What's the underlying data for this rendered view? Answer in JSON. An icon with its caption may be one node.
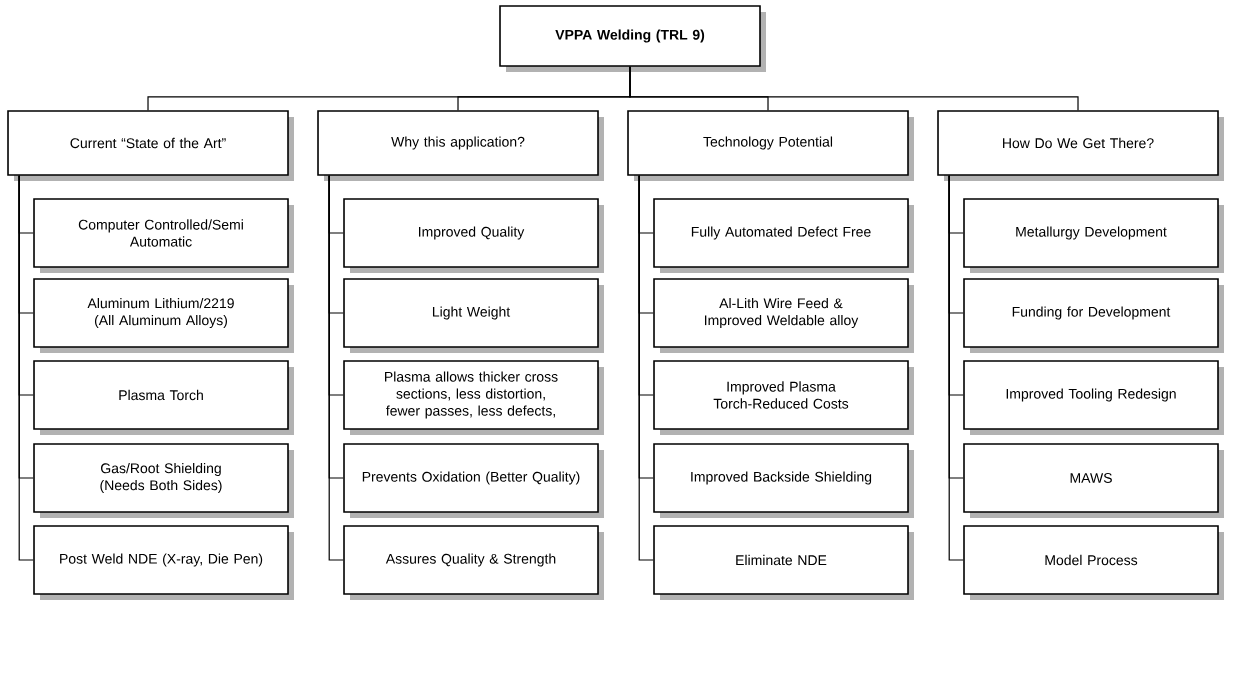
{
  "diagram": {
    "nodes": [
      {
        "text": [
          "VPPA Welding (TRL 9)"
        ]
      },
      {
        "text": [
          "Current “State of the Art”"
        ]
      },
      {
        "text": [
          "Why this application?"
        ]
      },
      {
        "text": [
          "Technology Potential"
        ]
      },
      {
        "text": [
          "How Do We Get There?"
        ]
      },
      {
        "text": [
          "Computer Controlled/Semi Automatic"
        ]
      },
      {
        "text": [
          "Aluminum Lithium/2219 (All Aluminum Alloys)"
        ]
      },
      {
        "text": [
          "Plasma Torch"
        ]
      },
      {
        "text": [
          "Gas/Root Shielding (Needs Both Sides)"
        ]
      },
      {
        "text": [
          "Post Weld NDE (X-ray, Die Pen)"
        ]
      },
      {
        "text": [
          "Improved Quality"
        ]
      },
      {
        "text": [
          "Light Weight"
        ]
      },
      {
        "text": [
          "Plasma allows thicker cross sections, less distortion, fewer passes, less defects,"
        ]
      },
      {
        "text": [
          "Prevents Oxidation (Better Quality)"
        ]
      },
      {
        "text": [
          "Assures Quality & Strength"
        ]
      },
      {
        "text": [
          "Fully Automated Defect Free"
        ]
      },
      {
        "text": [
          "Al-Lith Wire Feed & Improved Weldable alloy"
        ]
      },
      {
        "text": [
          "Improved Plasma Torch-Reduced Costs"
        ]
      },
      {
        "text": [
          "Improved Backside Shielding"
        ]
      },
      {
        "text": [
          "Eliminate NDE"
        ]
      },
      {
        "text": [
          "Metallurgy Development"
        ]
      },
      {
        "text": [
          "Funding for Development"
        ]
      },
      {
        "text": [
          "Improved Tooling Redesign"
        ]
      },
      {
        "text": [
          "MAWS"
        ]
      },
      {
        "text": [
          "Model Process"
        ]
      }
    ],
    "edges": [
      {
        "from": 0,
        "to": 1,
        "arrow": "none"
      },
      {
        "from": 0,
        "to": 2,
        "arrow": "none"
      },
      {
        "from": 0,
        "to": 3,
        "arrow": "none"
      },
      {
        "from": 0,
        "to": 4,
        "arrow": "none"
      },
      {
        "from": 1,
        "to": 5,
        "arrow": "none"
      },
      {
        "from": 1,
        "to": 6,
        "arrow": "none"
      },
      {
        "from": 1,
        "to": 7,
        "arrow": "none"
      },
      {
        "from": 1,
        "to": 8,
        "arrow": "none"
      },
      {
        "from": 1,
        "to": 9,
        "arrow": "none"
      },
      {
        "from": 2,
        "to": 10,
        "arrow": "none"
      },
      {
        "from": 2,
        "to": 11,
        "arrow": "none"
      },
      {
        "from": 2,
        "to": 12,
        "arrow": "none"
      },
      {
        "from": 2,
        "to": 13,
        "arrow": "none"
      },
      {
        "from": 2,
        "to": 14,
        "arrow": "none"
      },
      {
        "from": 3,
        "to": 15,
        "arrow": "none"
      },
      {
        "from": 3,
        "to": 16,
        "arrow": "none"
      },
      {
        "from": 3,
        "to": 17,
        "arrow": "none"
      },
      {
        "from": 3,
        "to": 18,
        "arrow": "none"
      },
      {
        "from": 3,
        "to": 19,
        "arrow": "none"
      },
      {
        "from": 4,
        "to": 20,
        "arrow": "none"
      },
      {
        "from": 4,
        "to": 21,
        "arrow": "none"
      },
      {
        "from": 4,
        "to": 22,
        "arrow": "none"
      },
      {
        "from": 4,
        "to": 23,
        "arrow": "none"
      },
      {
        "from": 4,
        "to": 24,
        "arrow": "none"
      }
    ]
  }
}
